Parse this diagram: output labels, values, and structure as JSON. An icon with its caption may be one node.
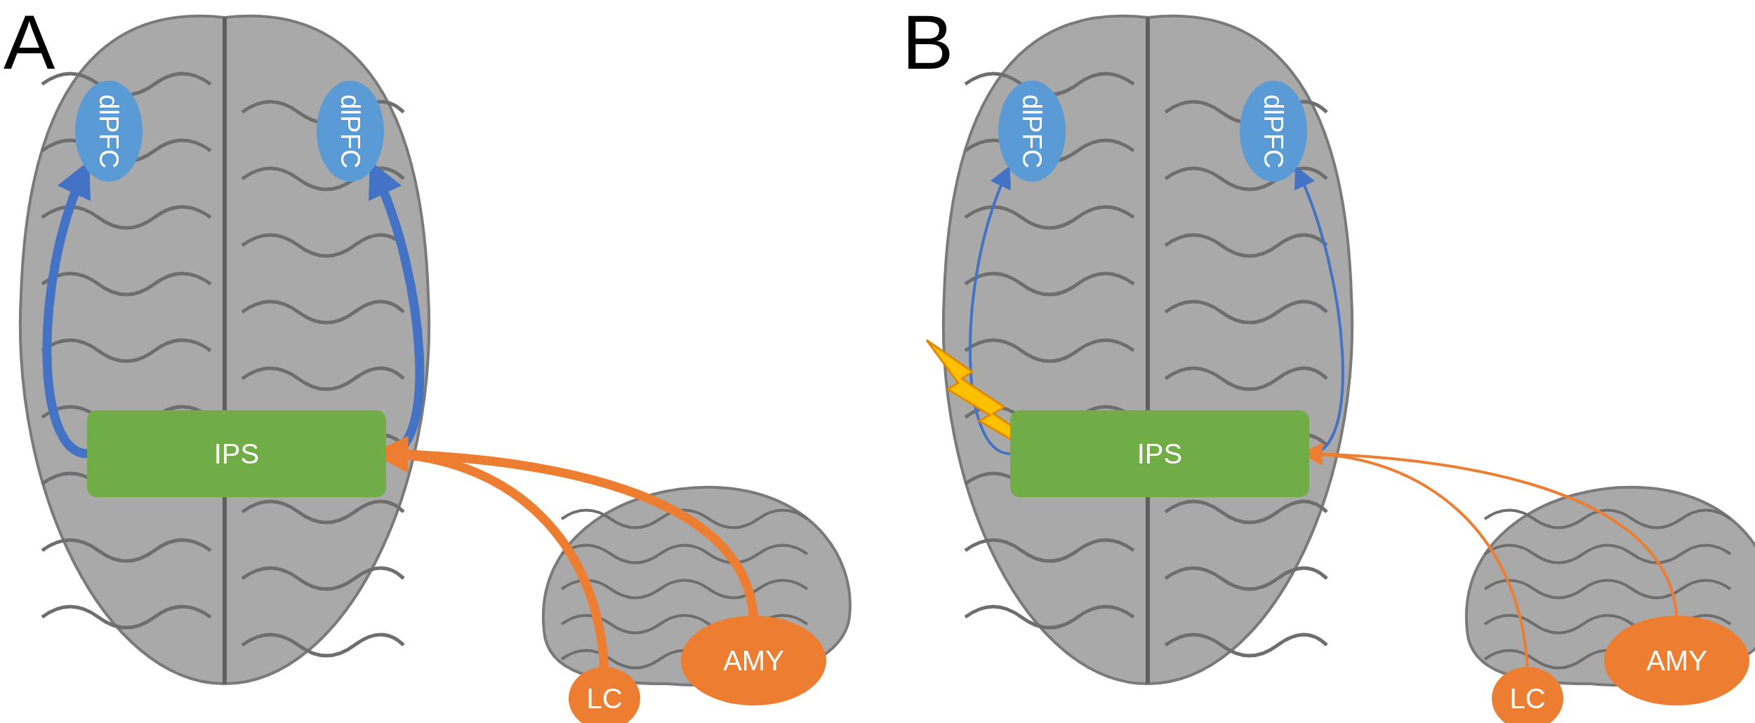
{
  "diagram": {
    "nodes": [
      {
        "text": [
          "dlPFC"
        ]
      },
      {
        "text": [
          "dlPFC"
        ]
      },
      {
        "text": [
          "IPS"
        ]
      },
      {
        "text": [
          "LC"
        ]
      },
      {
        "text": [
          "AMY"
        ]
      },
      {
        "text": [
          "dlPFC"
        ]
      },
      {
        "text": [
          "dlPFC"
        ]
      },
      {
        "text": [
          "IPS"
        ]
      },
      {
        "text": [
          "LC"
        ]
      },
      {
        "text": [
          "AMY"
        ]
      }
    ],
    "edges": [
      {
        "from": 2,
        "to": 0,
        "arrow": "to",
        "style": "thick",
        "color": "#4472c4"
      },
      {
        "from": 2,
        "to": 1,
        "arrow": "to",
        "style": "thick",
        "color": "#4472c4"
      },
      {
        "from": 3,
        "to": 2,
        "arrow": "to",
        "style": "thick",
        "color": "#ed7d31"
      },
      {
        "from": 4,
        "to": 2,
        "arrow": "to",
        "style": "thick",
        "color": "#ed7d31"
      },
      {
        "from": 7,
        "to": 5,
        "arrow": "to",
        "color": "#4472c4"
      },
      {
        "from": 7,
        "to": 6,
        "arrow": "to",
        "color": "#4472c4"
      },
      {
        "from": 8,
        "to": 7,
        "arrow": "to",
        "color": "#ed7d31"
      },
      {
        "from": 9,
        "to": 7,
        "arrow": "to",
        "color": "#ed7d31"
      }
    ],
    "labels": [
      "A",
      "B"
    ]
  }
}
